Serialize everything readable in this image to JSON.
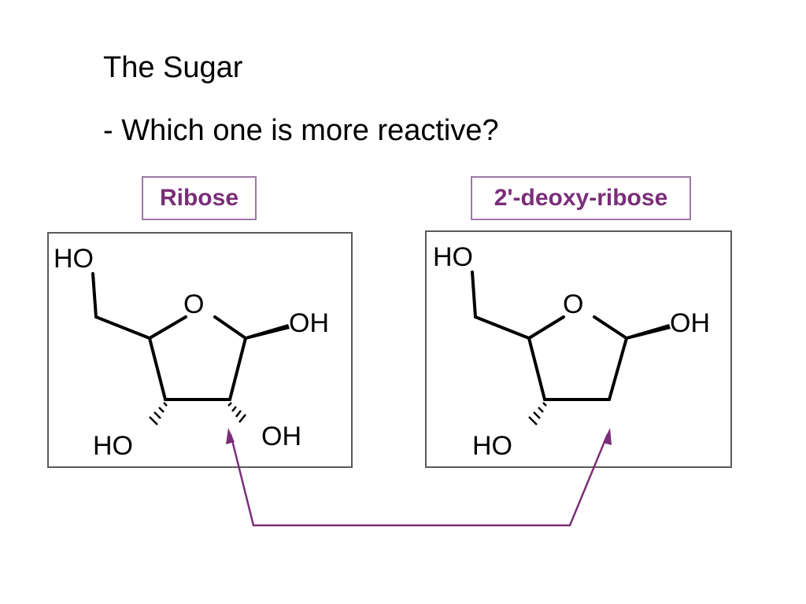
{
  "slide": {
    "title": "The Sugar",
    "question": "- Which one is more reactive?"
  },
  "molecules": {
    "ribose": {
      "name": "Ribose",
      "atoms": {
        "ho_top": "HO",
        "o_ring": "O",
        "oh_right": "OH",
        "ho_bottom": "HO",
        "oh_bottom": "OH"
      }
    },
    "deoxyribose": {
      "name": "2'-deoxy-ribose",
      "atoms": {
        "ho_top": "HO",
        "o_ring": "O",
        "oh_right": "OH",
        "ho_bottom": "HO"
      }
    }
  },
  "colors": {
    "accent": "#7a2e78",
    "label_border": "#a078a8",
    "box_border": "#5a5a5a"
  }
}
